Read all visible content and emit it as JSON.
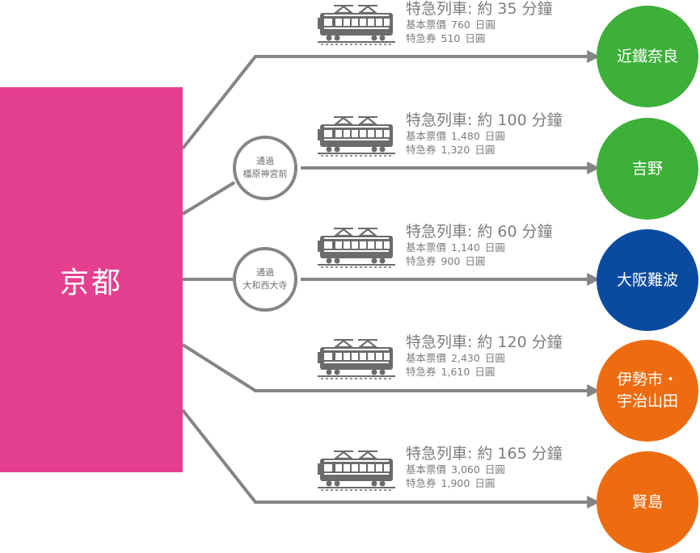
{
  "colors": {
    "origin": "#e5408f",
    "line": "#858585",
    "text": "#7d7d7d",
    "train": "#6b6b6b",
    "green": "#3db039",
    "blue": "#0a4ba0",
    "orange": "#ee6c10"
  },
  "origin": {
    "label": "京都"
  },
  "via_stations": [
    {
      "top": "通過",
      "name": "橿原神宮前"
    },
    {
      "top": "通過",
      "name": "大和西大寺"
    }
  ],
  "routes": [
    {
      "title": {
        "prefix": "特急列車:",
        "approx": "約",
        "minutes": "35",
        "unit": "分鐘"
      },
      "fare": {
        "label": "基本票價",
        "amount": "760",
        "currency": "日圓"
      },
      "express": {
        "label": "特急券",
        "amount": "510",
        "currency": "日圓"
      },
      "destination": {
        "lines": [
          "近鐵奈良"
        ],
        "color": "#3db039"
      },
      "train_icon": "train-icon"
    },
    {
      "title": {
        "prefix": "特急列車:",
        "approx": "約",
        "minutes": "100",
        "unit": "分鐘"
      },
      "fare": {
        "label": "基本票價",
        "amount": "1,480",
        "currency": "日圓"
      },
      "express": {
        "label": "特急券",
        "amount": "1,320",
        "currency": "日圓"
      },
      "destination": {
        "lines": [
          "吉野"
        ],
        "color": "#3db039"
      },
      "train_icon": "train-icon"
    },
    {
      "title": {
        "prefix": "特急列車:",
        "approx": "約",
        "minutes": "60",
        "unit": "分鐘"
      },
      "fare": {
        "label": "基本票價",
        "amount": "1,140",
        "currency": "日圓"
      },
      "express": {
        "label": "特急券",
        "amount": "900",
        "currency": "日圓"
      },
      "destination": {
        "lines": [
          "大阪難波"
        ],
        "color": "#0a4ba0"
      },
      "train_icon": "train-icon"
    },
    {
      "title": {
        "prefix": "特急列車:",
        "approx": "約",
        "minutes": "120",
        "unit": "分鐘"
      },
      "fare": {
        "label": "基本票價",
        "amount": "2,430",
        "currency": "日圓"
      },
      "express": {
        "label": "特急券",
        "amount": "1,610",
        "currency": "日圓"
      },
      "destination": {
        "lines": [
          "伊勢市・",
          "宇治山田"
        ],
        "color": "#ee6c10"
      },
      "train_icon": "train-icon"
    },
    {
      "title": {
        "prefix": "特急列車:",
        "approx": "約",
        "minutes": "165",
        "unit": "分鐘"
      },
      "fare": {
        "label": "基本票價",
        "amount": "3,060",
        "currency": "日圓"
      },
      "express": {
        "label": "特急券",
        "amount": "1,900",
        "currency": "日圓"
      },
      "destination": {
        "lines": [
          "賢島"
        ],
        "color": "#ee6c10"
      },
      "train_icon": "train-icon"
    }
  ]
}
